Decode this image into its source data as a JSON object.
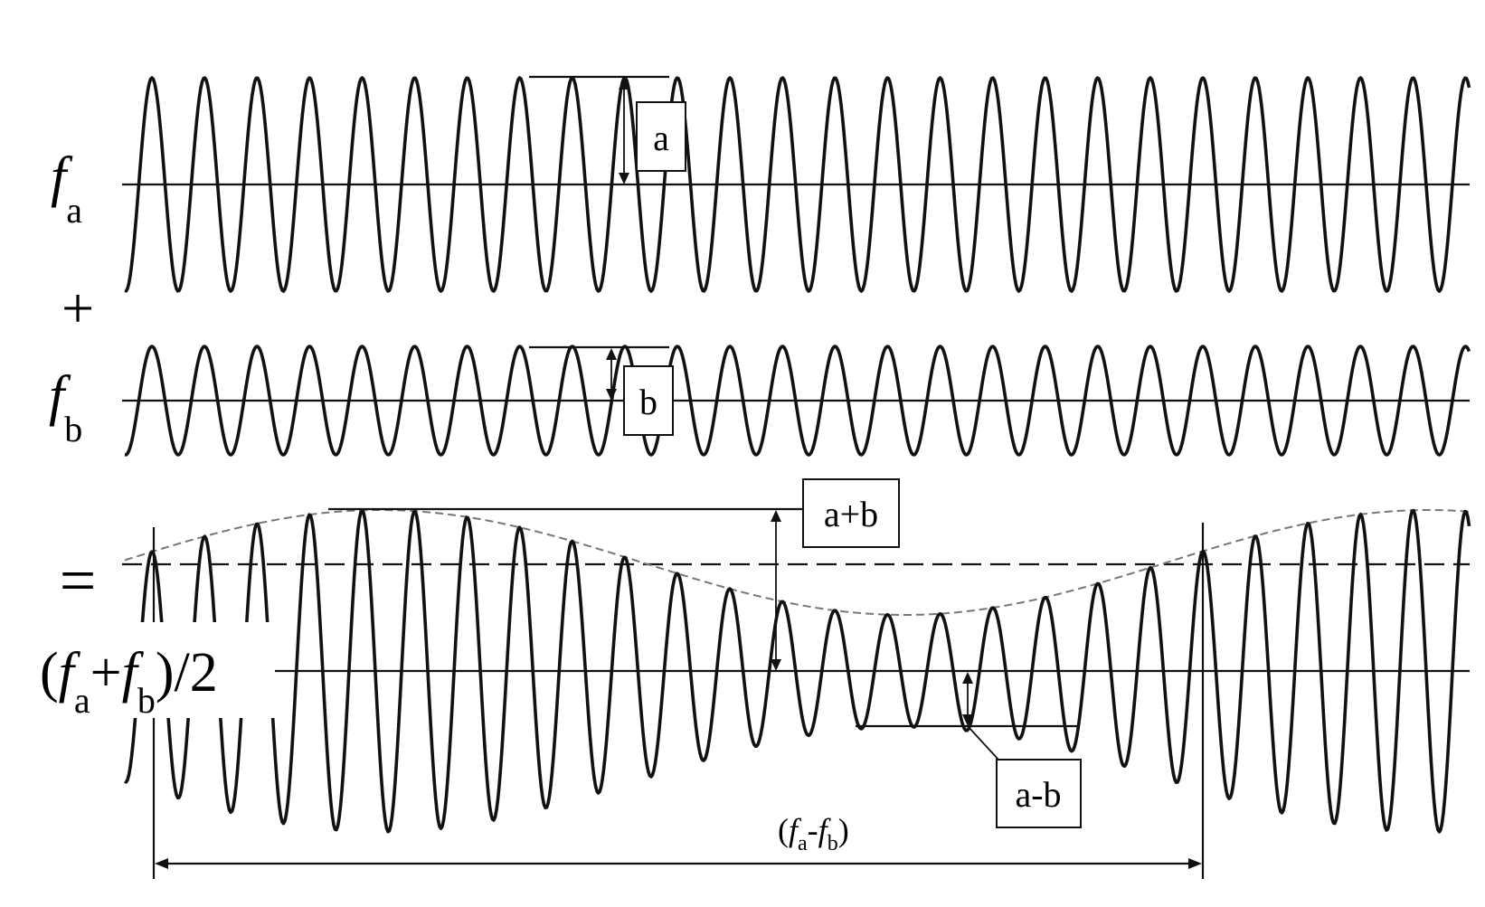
{
  "waves": {
    "fa": {
      "label_main": "f",
      "label_sub": "a",
      "amplitude": "a"
    },
    "operator_plus": "+",
    "fb": {
      "label_main": "f",
      "label_sub": "b",
      "amplitude": "b"
    },
    "operator_equals": "=",
    "sum": {
      "label_open": "(",
      "label_f1": "f",
      "label_sub1": "a",
      "label_plus": "+",
      "label_f2": "f",
      "label_sub2": "b",
      "label_close": ")/2",
      "max_amplitude": "a+b",
      "min_amplitude": "a-b"
    },
    "beat": {
      "label_open": "(",
      "label_f1": "f",
      "label_sub1": "a",
      "label_minus": "-",
      "label_f2": "f",
      "label_sub2": "b",
      "label_close": ")"
    }
  },
  "colors": {
    "line": "#111111",
    "envelope": "#777777",
    "background": "#ffffff"
  }
}
